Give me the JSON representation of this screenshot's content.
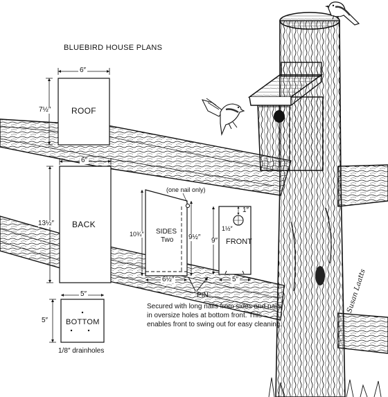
{
  "title": "BLUEBIRD HOUSE PLANS",
  "parts": {
    "roof": {
      "label": "ROOF",
      "width": "6″",
      "height": "7½″"
    },
    "back": {
      "label": "BACK",
      "width": "6″",
      "height": "13½″"
    },
    "bottom": {
      "label": "BOTTOM",
      "width": "5″",
      "height": "5″",
      "drainholes": "1/8″ drainholes"
    },
    "sides": {
      "label_line1": "SIDES",
      "label_line2": "Two",
      "tall_height": "10¾″",
      "short_height": "9½″",
      "width": "6½″",
      "nail_note": "(one nail only)"
    },
    "front": {
      "label": "FRONT",
      "height": "9″",
      "width": "5″",
      "hole_offset": "1″",
      "hole_diameter": "1½″"
    }
  },
  "pin_label": "PIN",
  "note": "Secured with long nails from sides and nails in oversize holes at bottom front. This enables front to swing out for easy cleaning.",
  "signature": "Susan Laatts",
  "icons": [
    "bluebird-perched-icon",
    "bluebird-flying-icon",
    "birdhouse-icon",
    "fence-post-icon"
  ]
}
